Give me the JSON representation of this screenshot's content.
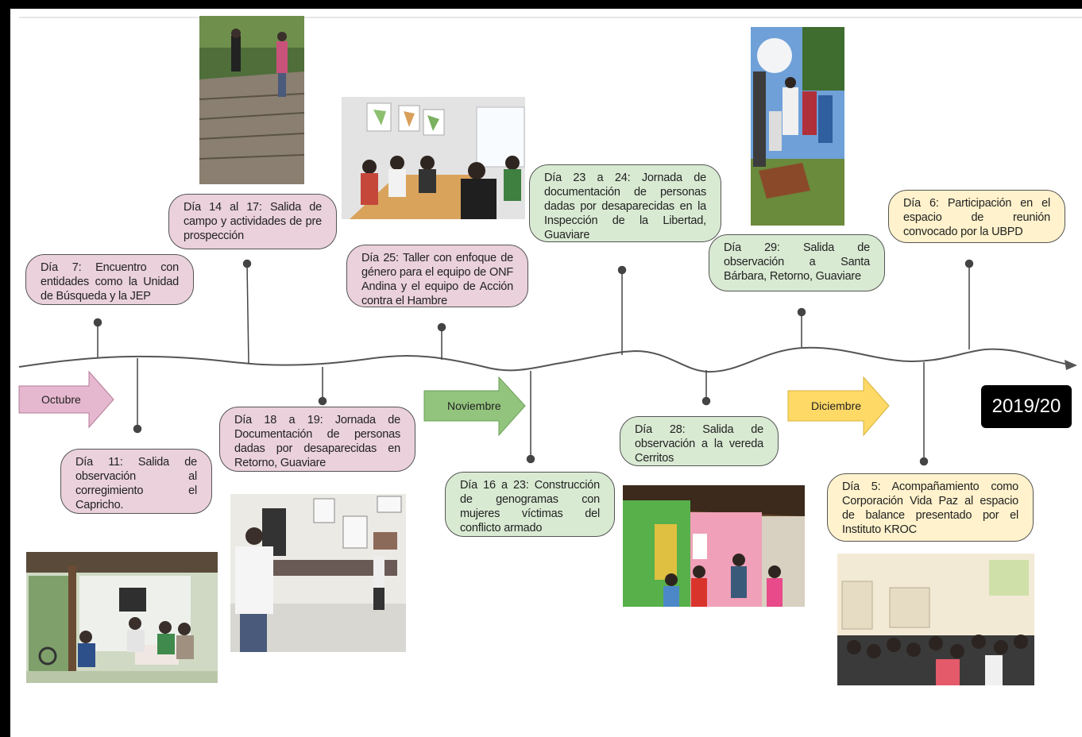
{
  "year": "2019/20",
  "months": {
    "october": "Octubre",
    "november": "Noviembre",
    "december": "Diciembre"
  },
  "colors": {
    "pink": "#ead1dc",
    "green": "#d9ead3",
    "yellow": "#fff2cc",
    "october_arrow": "#e6b8cf",
    "november_arrow": "#93c47d",
    "december_arrow": "#ffd966"
  },
  "events": {
    "oct_7": "Día 7: Encuentro con entidades como la Unidad de Búsqueda y la JEP",
    "oct_11": "Día 11: Salida de observación al corregimiento el Capricho.",
    "oct_14_17": "Día 14 al 17: Salida de campo y actividades de pre prospección",
    "oct_18_19": "Día 18 a 19: Jornada de Documentación de personas dadas por desaparecidas en Retorno, Guaviare",
    "oct_25": "Día 25: Taller con enfoque de género para el equipo de ONF Andina y el equipo de Acción contra el Hambre",
    "nov_16_23": "Día 16 a 23: Construcción de genogramas con mujeres víctimas del conflicto armado",
    "nov_23_24": "Día 23 a 24: Jornada de documentación de personas dadas por desaparecidas en la Inspección de la Libertad, Guaviare",
    "nov_28": "Día 28: Salida de observación a la vereda Cerritos",
    "nov_29": "Día 29: Salida de observación a Santa Bárbara, Retorno, Guaviare",
    "dec_5": "Día 5: Acompañamiento como Corporación Vida Paz al espacio de balance presentado por el Instituto KROC",
    "dec_6": "Día 6: Participación en el espacio de reunión convocado por la UBPD"
  },
  "photos": {
    "photo_capricho": "meeting-outdoor-porch-photo",
    "photo_bridge": "field-walk-bridge-photo",
    "photo_documentation": "documentation-hall-photo",
    "photo_workshop": "workshop-meeting-room-photo",
    "photo_genograms": "women-group-green-house-photo",
    "photo_santa_barbara": "field-observation-group-photo",
    "photo_kroc": "balance-meeting-audience-photo"
  }
}
